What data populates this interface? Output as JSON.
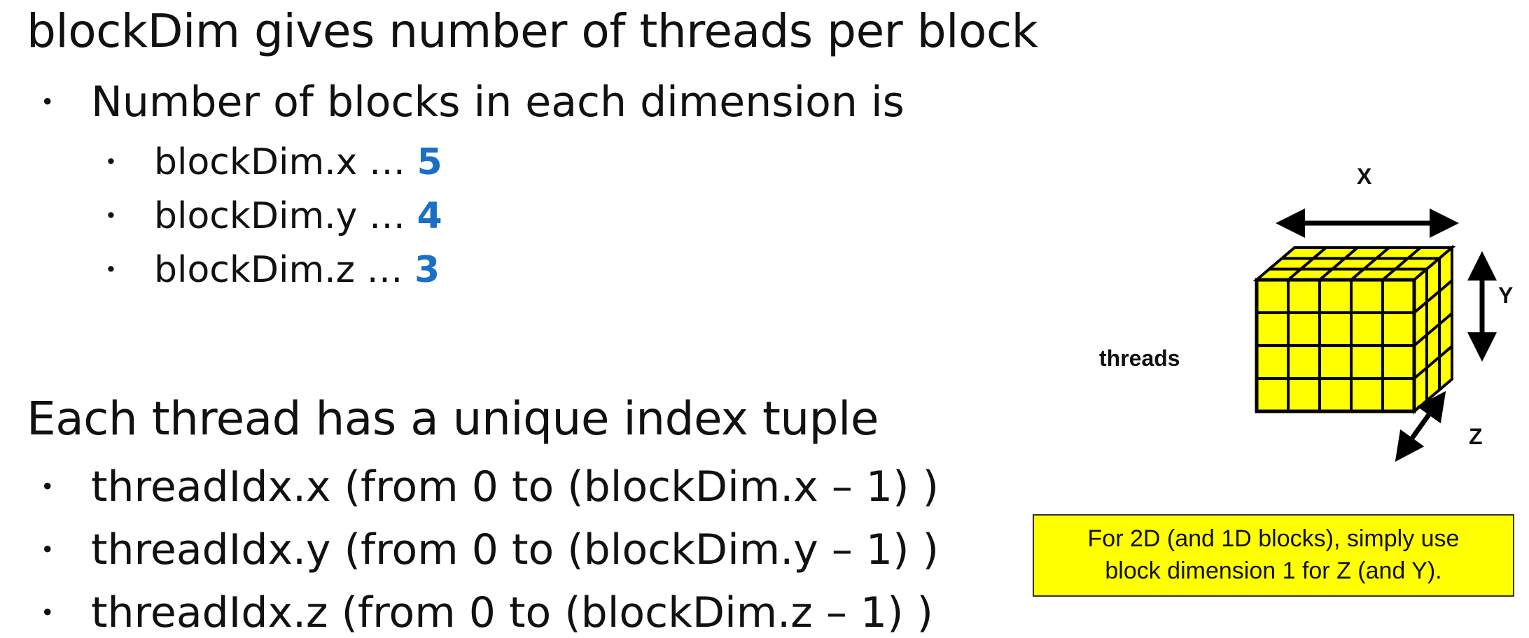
{
  "title1": "blockDim gives number of threads per block",
  "bullets1": {
    "intro": "Number of blocks in each dimension is",
    "items": [
      {
        "label": "blockDim.x … ",
        "value": "5"
      },
      {
        "label": "blockDim.y … ",
        "value": "4"
      },
      {
        "label": "blockDim.z … ",
        "value": "3"
      }
    ]
  },
  "title2": "Each thread has a unique index tuple",
  "bullets2": [
    "threadIdx.x (from 0 to (blockDim.x – 1) )",
    "threadIdx.y (from 0 to (blockDim.y – 1) )",
    "threadIdx.z (from 0 to (blockDim.z – 1) )"
  ],
  "figure": {
    "caption": "threads",
    "axis_x": "X",
    "axis_y": "Y",
    "axis_z": "Z",
    "cube_color": "#ffff00",
    "grid": {
      "x": 5,
      "y": 4,
      "z": 3
    }
  },
  "note": {
    "line1": "For 2D (and 1D blocks), simply use",
    "line2": "block dimension 1 for Z (and Y)."
  },
  "colors": {
    "value_accent": "#1a6fc6",
    "note_bg": "#ffff00"
  }
}
